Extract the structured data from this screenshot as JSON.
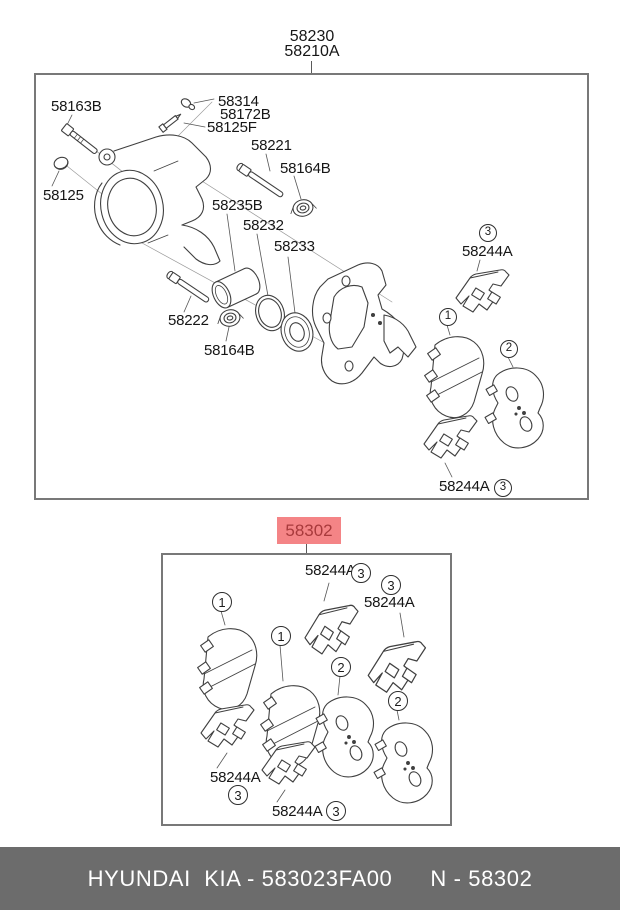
{
  "header": {
    "line1": "58230",
    "line2": "58210A"
  },
  "callout": {
    "label": "58302",
    "bg": "#f48486",
    "color": "#a83a3c"
  },
  "diagram1": {
    "labels": {
      "p58163b": "58163B",
      "p58314": "58314",
      "p58172b": "58172B",
      "p58125f": "58125F",
      "p58221": "58221",
      "p58164b_top": "58164B",
      "p58125": "58125",
      "p58235b": "58235B",
      "p58232": "58232",
      "p58233": "58233",
      "p58222": "58222",
      "p58164b_bottom": "58164B",
      "p58244a_top": "58244A",
      "p58244a_bottom": "58244A"
    },
    "badges": {
      "pad_inner": "1",
      "pad_outer": "2",
      "clip_top": "3",
      "clip_bottom": "3"
    }
  },
  "diagram2": {
    "labels": {
      "top": "58244A",
      "right": "58244A",
      "bottom_left": "58244A",
      "bottom_center": "58244A"
    },
    "badges": {
      "pad_inner_a": "1",
      "pad_inner_b": "1",
      "pad_outer_a": "2",
      "pad_outer_b": "2",
      "clip_top": "3",
      "clip_right": "3",
      "clip_bottom_left": "3",
      "clip_bottom_center": "3"
    }
  },
  "footer": {
    "left": "HYUNDAI  KIA - 583023FA00",
    "right": "N - 58302",
    "bg": "#6c6c6c",
    "color": "#ffffff"
  }
}
